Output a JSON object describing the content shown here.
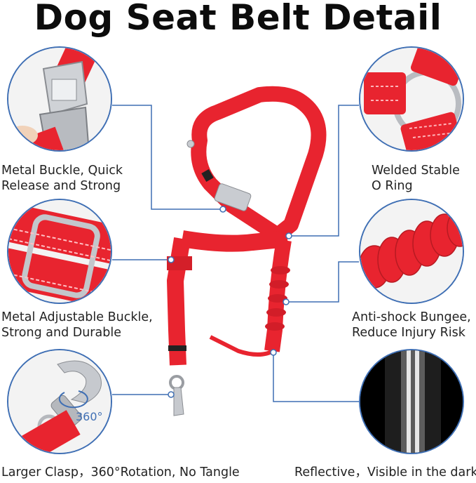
{
  "title": "Dog Seat Belt Detail",
  "features": {
    "metal_buckle": {
      "line1": "Metal Buckle, Quick",
      "line2": "Release and Strong"
    },
    "o_ring": {
      "line1": "Welded Stable",
      "line2": "O Ring"
    },
    "adjustable_buckle": {
      "line1": "Metal Adjustable Buckle,",
      "line2": "Strong and Durable"
    },
    "bungee": {
      "line1": "Anti-shock Bungee,",
      "line2": "Reduce Injury Risk"
    },
    "clasp": {
      "line1": "Larger Clasp，360°Rotation, No Tangle",
      "rotation_badge": "360°"
    },
    "reflective": {
      "line1": "Reflective，Visible in the dark"
    }
  },
  "colors": {
    "strap_red": "#e8242f",
    "accent_blue": "#3f6fb4",
    "metal": "#c9ccd1",
    "dark": "#111111"
  }
}
